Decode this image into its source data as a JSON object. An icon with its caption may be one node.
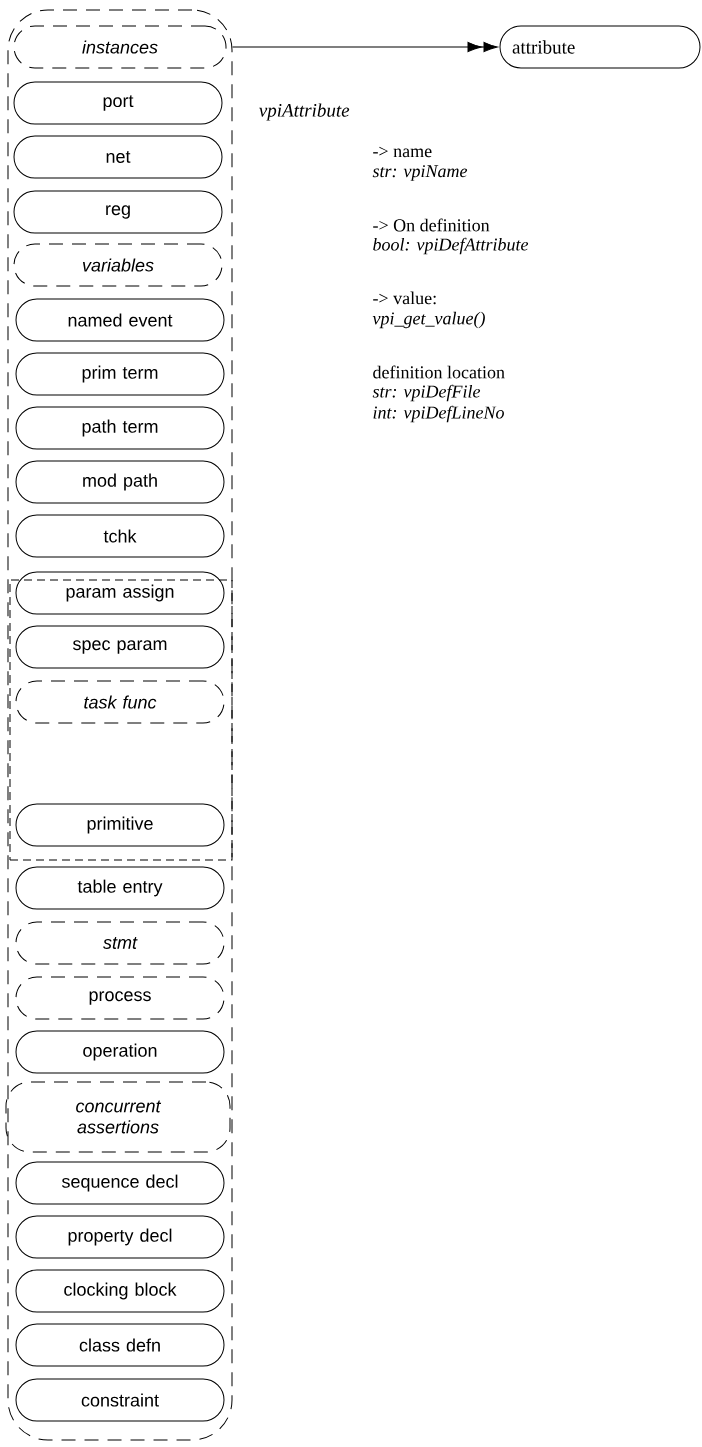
{
  "diagram": {
    "nodes": [
      {
        "text": [],
        "shape": "box"
      },
      {
        "text": [
          "instances"
        ],
        "in": 0
      },
      {
        "text": [
          "port"
        ],
        "in": 0
      },
      {
        "text": [
          "net"
        ],
        "in": 0
      },
      {
        "text": [
          "reg"
        ],
        "in": 0
      },
      {
        "text": [
          "variables"
        ],
        "in": 0
      },
      {
        "text": [
          "named event"
        ],
        "in": 0
      },
      {
        "text": [
          "prim term"
        ],
        "in": 0
      },
      {
        "text": [
          "path term"
        ],
        "in": 0
      },
      {
        "text": [
          "mod path"
        ],
        "in": 0
      },
      {
        "text": [
          "tchk"
        ],
        "in": 0
      },
      {
        "text": [],
        "shape": "box",
        "in": 0
      },
      {
        "text": [
          "param assign"
        ],
        "in": 11
      },
      {
        "text": [
          "spec param"
        ],
        "in": 11
      },
      {
        "text": [
          "task func"
        ],
        "in": 11
      },
      {
        "text": [
          "primitive"
        ],
        "in": 11
      },
      {
        "text": [
          "table entry"
        ],
        "in": 0
      },
      {
        "text": [
          "stmt"
        ],
        "in": 0
      },
      {
        "text": [
          "process"
        ],
        "in": 0
      },
      {
        "text": [
          "operation"
        ],
        "in": 0
      },
      {
        "text": [
          "concurrent assertions"
        ],
        "in": 0
      },
      {
        "text": [
          "sequence decl"
        ],
        "in": 0
      },
      {
        "text": [
          "property decl"
        ],
        "in": 0
      },
      {
        "text": [
          "clocking block"
        ],
        "in": 0
      },
      {
        "text": [
          "class defn"
        ],
        "in": 0
      },
      {
        "text": [
          "constraint"
        ],
        "in": 0
      },
      {
        "text": [
          "attribute"
        ]
      }
    ],
    "edges": [
      {
        "from": 0,
        "to": 26,
        "arrow": "to",
        "label": "vpiAttribute"
      }
    ],
    "labels": [
      "-> name",
      "str: vpiName",
      "-> On definition",
      "bool: vpiDefAttribute",
      "-> value:",
      "vpi_get_value()",
      "definition location",
      "str: vpiDefFile",
      "int: vpiDefLineNo"
    ]
  }
}
